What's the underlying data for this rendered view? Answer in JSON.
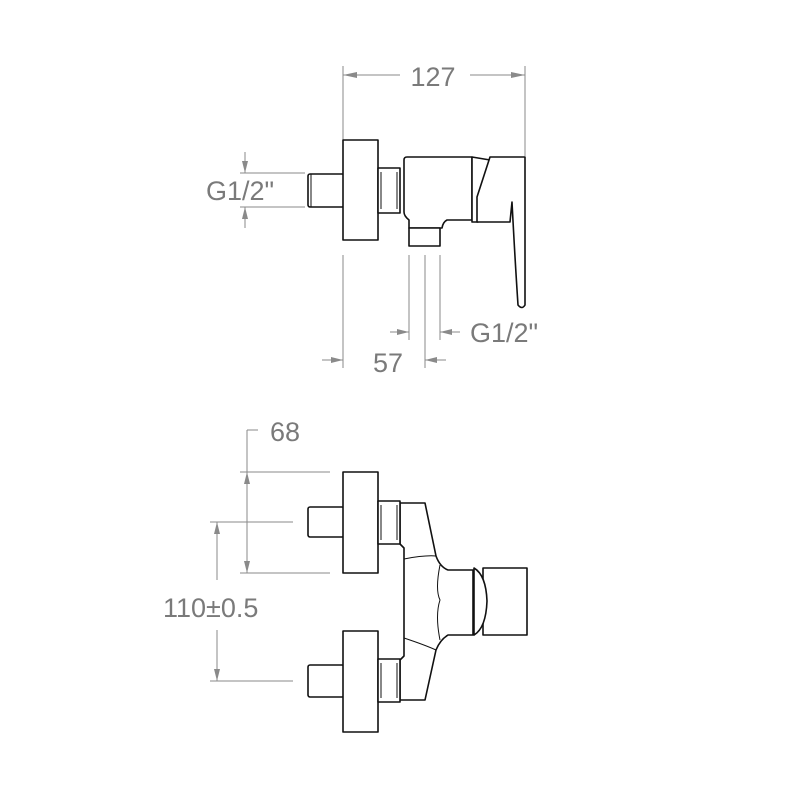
{
  "side_view": {
    "overall_length": "127",
    "inlet_thread": "G1/2\"",
    "outlet_thread": "G1/2\"",
    "outlet_offset": "57"
  },
  "front_view": {
    "flange_height": "68",
    "inlet_spacing": "110±0.5"
  },
  "colors": {
    "line": "#111111",
    "dimension": "#8a8a8a"
  }
}
